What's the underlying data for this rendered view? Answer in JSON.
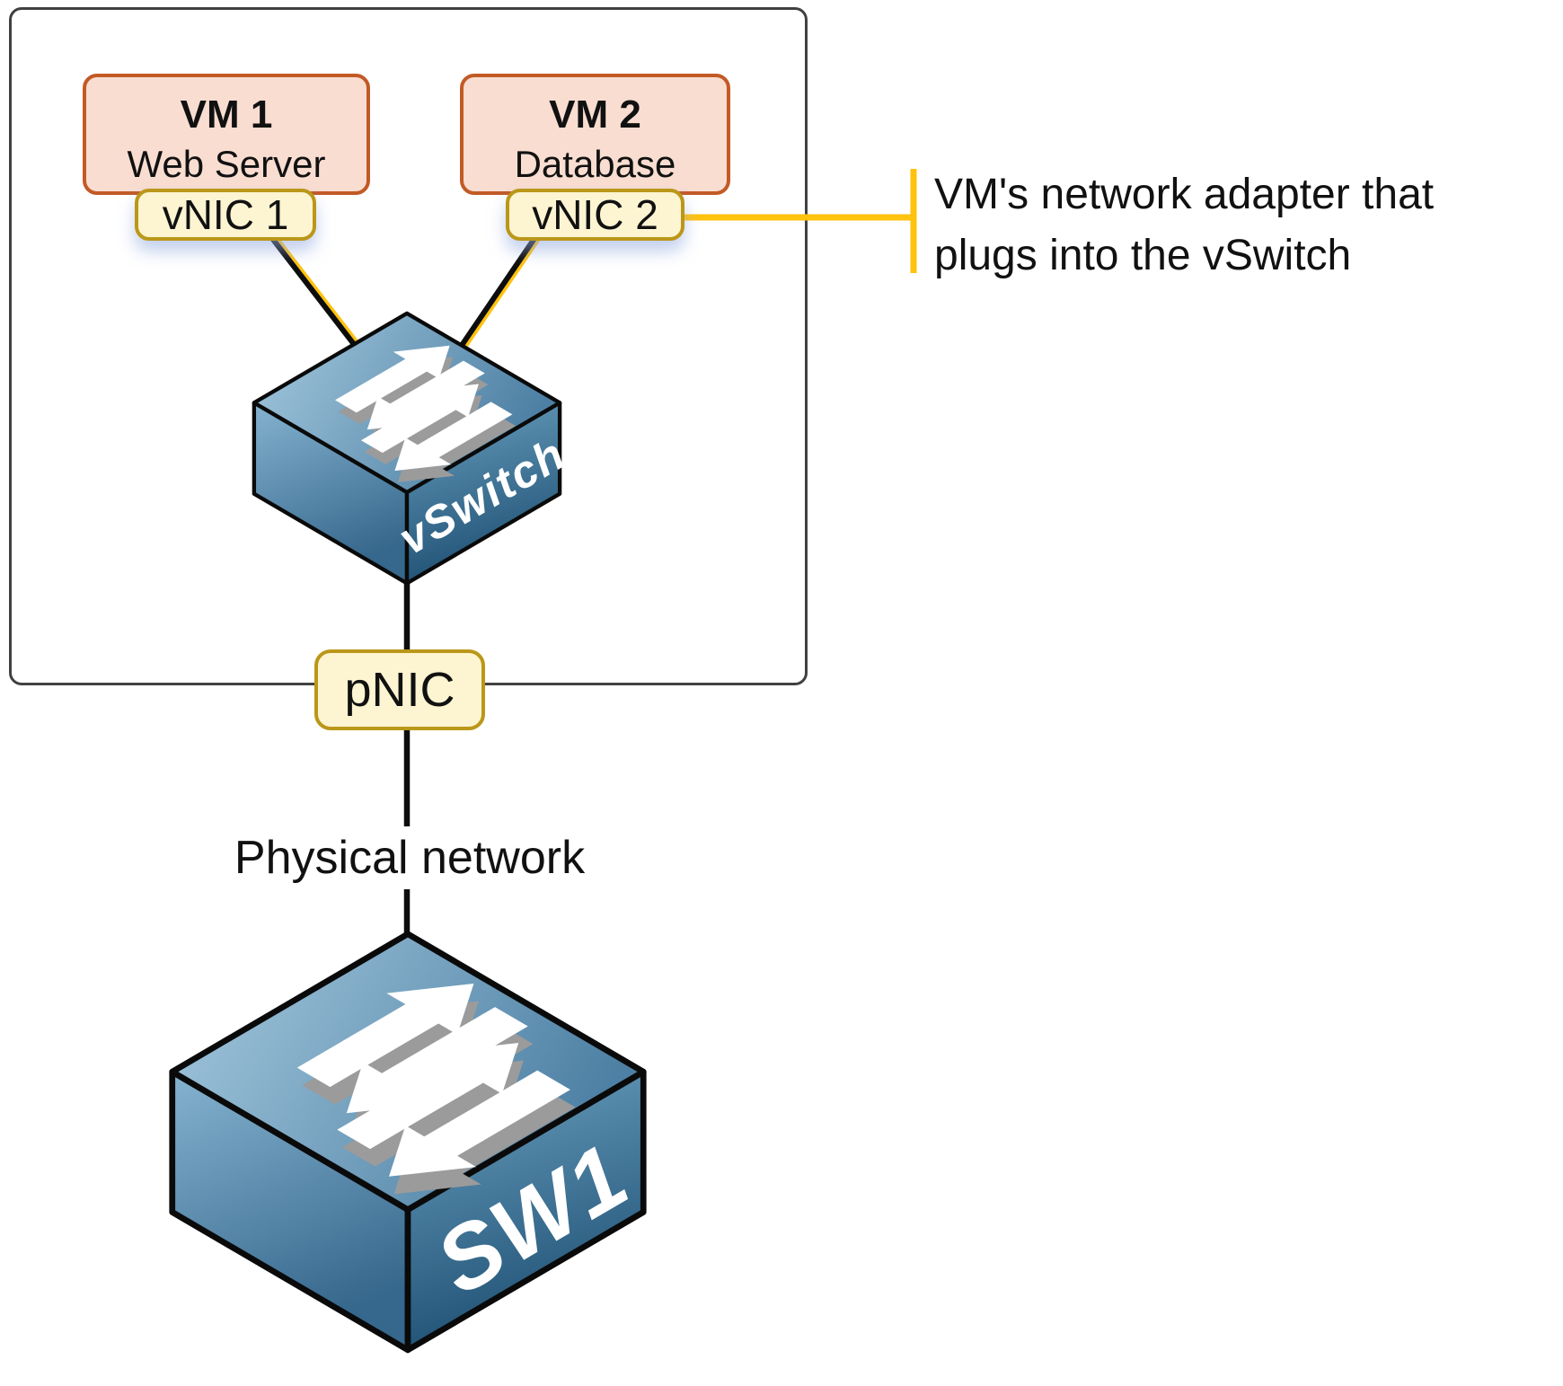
{
  "vm1": {
    "title": "VM 1",
    "subtitle": "Web Server"
  },
  "vm2": {
    "title": "VM 2",
    "subtitle": "Database"
  },
  "vnic1_label": "vNIC 1",
  "vnic2_label": "vNIC 2",
  "pnic_label": "pNIC",
  "vswitch_label": "vSwitch",
  "physical_switch_label": "SW1",
  "physical_network_label": "Physical network",
  "annotation": {
    "line1": "VM's network adapter that",
    "line2": "plugs into the vSwitch"
  },
  "icons": {
    "vswitch": "network-switch-isometric",
    "sw1": "network-switch-isometric",
    "arrows": "bidirectional-traffic-arrows"
  },
  "colors": {
    "host_border": "#414141",
    "vm_fill": "#f9ddd1",
    "vm_border": "#c25a26",
    "nic_fill": "#fdf4d1",
    "nic_border": "#bb9719",
    "accent_yellow": "#ffc20e",
    "line_black": "#0d0d0d",
    "text": "#111111",
    "label_white": "#ffffff",
    "arrow_white": "#ffffff",
    "arrow_shadow": "#9b9b9b",
    "sw_outline": "#0a0a0a",
    "sw_top_light": "#a6cadf",
    "sw_top_dark": "#4d80a4",
    "sw_left_light": "#85b3d0",
    "sw_left_dark": "#36678c",
    "sw_right_light": "#6ba0c0",
    "sw_right_dark": "#1f5174"
  }
}
